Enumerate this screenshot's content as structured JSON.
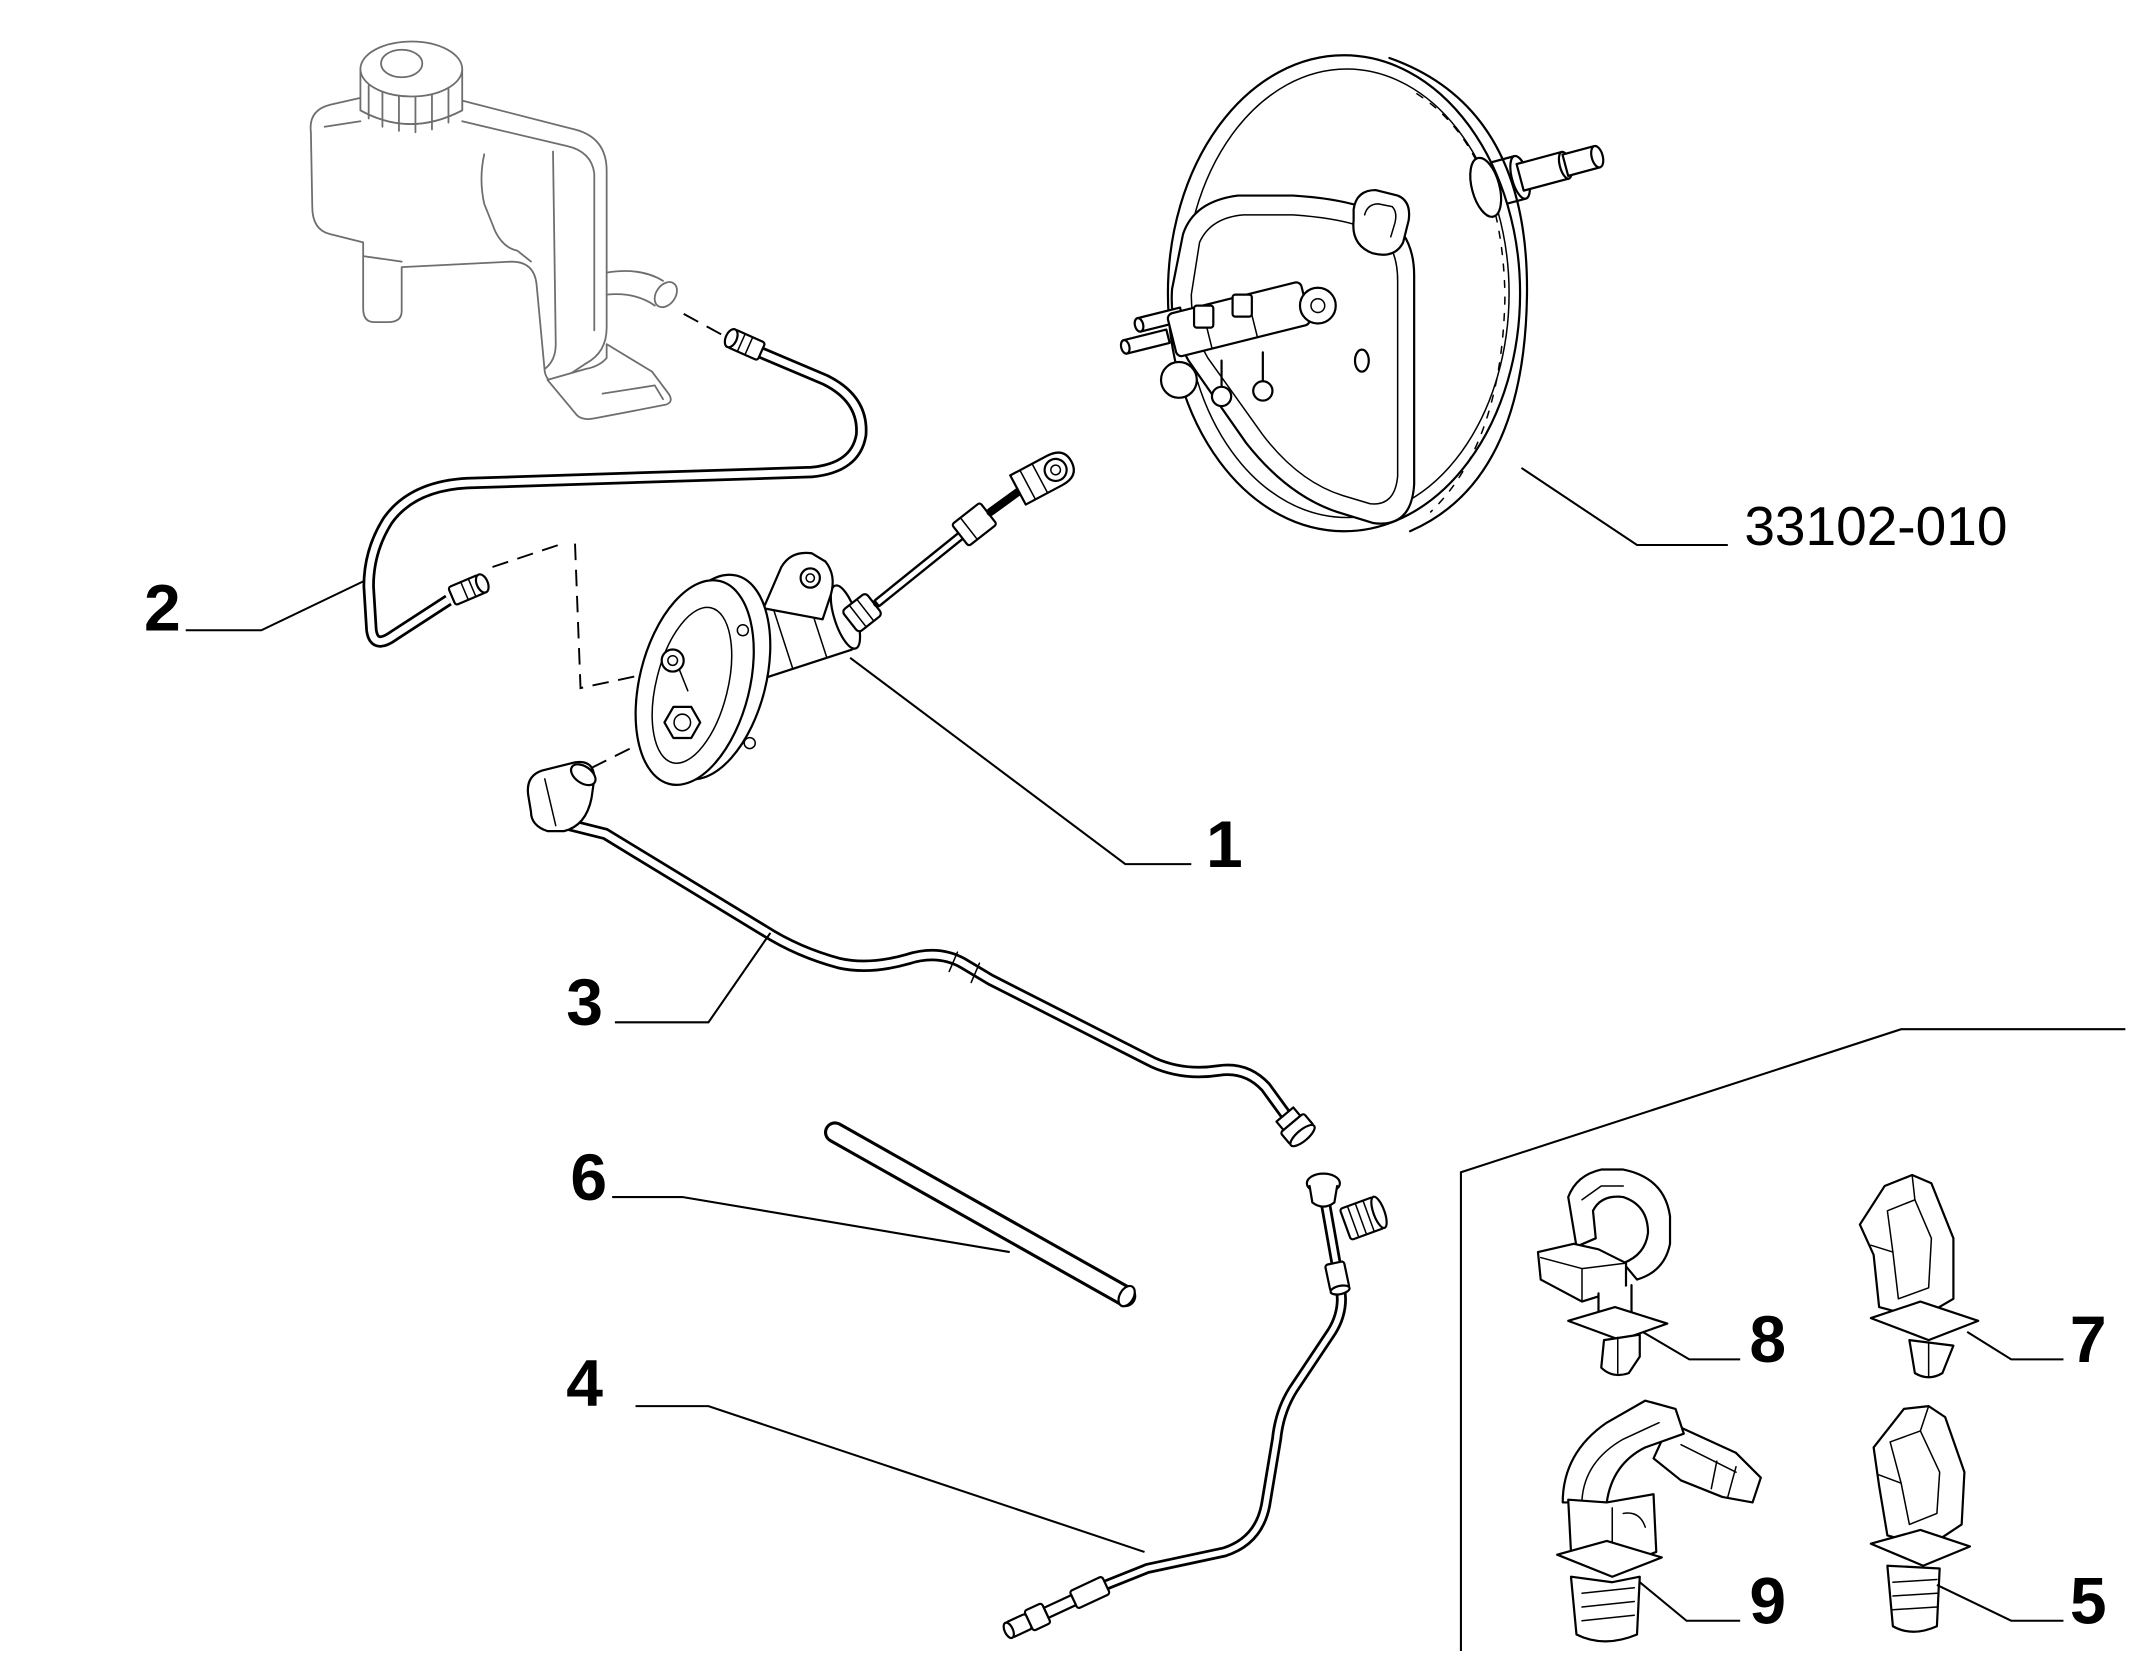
{
  "colors": {
    "ink": "#000000",
    "reservoir_ink": "#6e6e6e",
    "background": "#ffffff"
  },
  "assembly": {
    "code": "33102-010"
  },
  "callouts": [
    "1",
    "2",
    "3",
    "4",
    "5",
    "6",
    "7",
    "8",
    "9"
  ]
}
